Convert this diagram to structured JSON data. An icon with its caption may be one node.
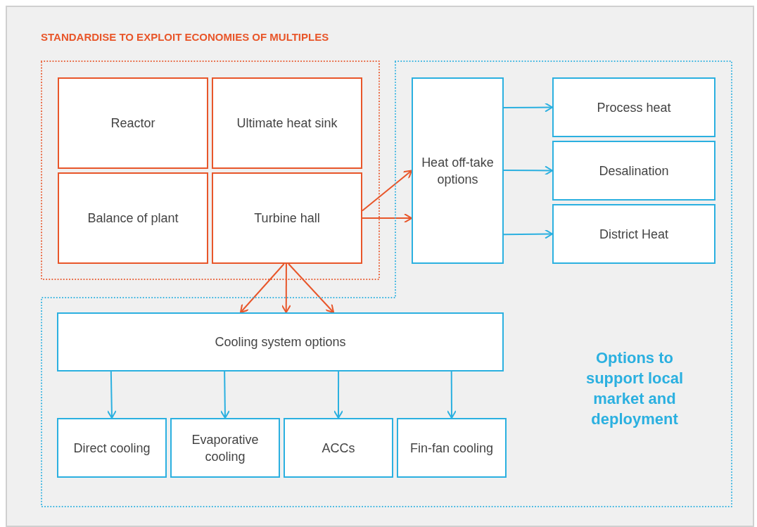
{
  "diagram": {
    "nodes": [
      {
        "text": [
          "STANDARDISE TO EXPLOIT ECONOMIES OF MULTIPLES"
        ]
      },
      {
        "text": [
          "Reactor"
        ],
        "in": 0
      },
      {
        "text": [
          "Ultimate heat sink"
        ],
        "in": 0
      },
      {
        "text": [
          "Balance of plant"
        ],
        "in": 0
      },
      {
        "text": [
          "Turbine hall"
        ],
        "in": 0
      },
      {
        "text": [
          "Options to support local market and deployment"
        ]
      },
      {
        "text": [
          "Heat off-take options"
        ],
        "in": 5
      },
      {
        "text": [
          "Process heat"
        ],
        "in": 5
      },
      {
        "text": [
          "Desalination"
        ],
        "in": 5
      },
      {
        "text": [
          "District Heat"
        ],
        "in": 5
      },
      {
        "text": [
          "Cooling system options"
        ],
        "in": 5
      },
      {
        "text": [
          "Direct cooling"
        ],
        "in": 5
      },
      {
        "text": [
          "Evaporative cooling"
        ],
        "in": 5
      },
      {
        "text": [
          "ACCs"
        ],
        "in": 5
      },
      {
        "text": [
          "Fin-fan cooling"
        ],
        "in": 5
      }
    ],
    "edges": [
      {
        "from": 4,
        "to": 6,
        "arrow": "to",
        "color": "#e8562a"
      },
      {
        "from": 4,
        "to": 6,
        "arrow": "to",
        "color": "#e8562a"
      },
      {
        "from": 6,
        "to": 7,
        "arrow": "to"
      },
      {
        "from": 6,
        "to": 8,
        "arrow": "to"
      },
      {
        "from": 6,
        "to": 9,
        "arrow": "to"
      },
      {
        "from": 4,
        "to": 10,
        "arrow": "to",
        "color": "#e8562a"
      },
      {
        "from": 4,
        "to": 10,
        "arrow": "to",
        "color": "#e8562a"
      },
      {
        "from": 4,
        "to": 10,
        "arrow": "to",
        "color": "#e8562a"
      },
      {
        "from": 10,
        "to": 11,
        "arrow": "to"
      },
      {
        "from": 10,
        "to": 12,
        "arrow": "to"
      },
      {
        "from": 10,
        "to": 13,
        "arrow": "to"
      },
      {
        "from": 10,
        "to": 14,
        "arrow": "to"
      }
    ]
  }
}
